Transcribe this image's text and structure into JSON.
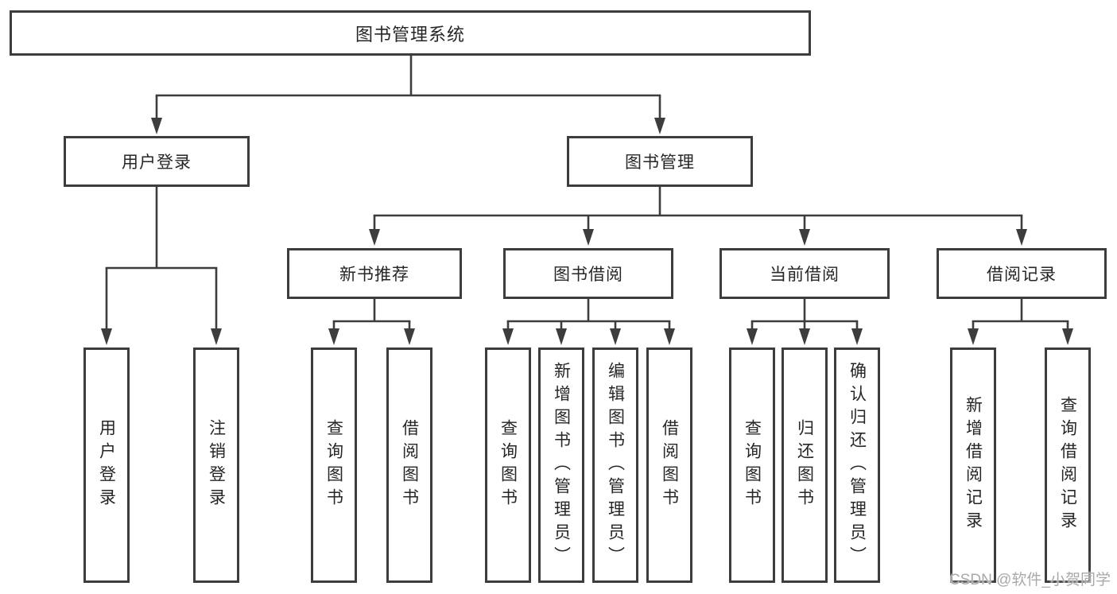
{
  "diagram": {
    "type": "hierarchy",
    "root": {
      "label": "图书管理系统",
      "children": [
        {
          "label": "用户登录",
          "children": [
            {
              "label": "用户登录"
            },
            {
              "label": "注销登录"
            }
          ]
        },
        {
          "label": "图书管理",
          "children": [
            {
              "label": "新书推荐",
              "children": [
                {
                  "label": "查询图书"
                },
                {
                  "label": "借阅图书"
                }
              ]
            },
            {
              "label": "图书借阅",
              "children": [
                {
                  "label": "查询图书"
                },
                {
                  "label": "新增图书（管理员）"
                },
                {
                  "label": "编辑图书（管理员）"
                },
                {
                  "label": "借阅图书"
                }
              ]
            },
            {
              "label": "当前借阅",
              "children": [
                {
                  "label": "查询图书"
                },
                {
                  "label": "归还图书"
                },
                {
                  "label": "确认归还（管理员）"
                }
              ]
            },
            {
              "label": "借阅记录",
              "children": [
                {
                  "label": "新增借阅记录"
                },
                {
                  "label": "查询借阅记录"
                }
              ]
            }
          ]
        }
      ]
    }
  },
  "watermark": {
    "text": "CSDN @软件_小贺同学"
  },
  "colors": {
    "background": "#ffffff",
    "box_fill": "#ffffff",
    "line": "#3d3d3d",
    "text": "#262626",
    "watermark": "#a9a9a9"
  }
}
